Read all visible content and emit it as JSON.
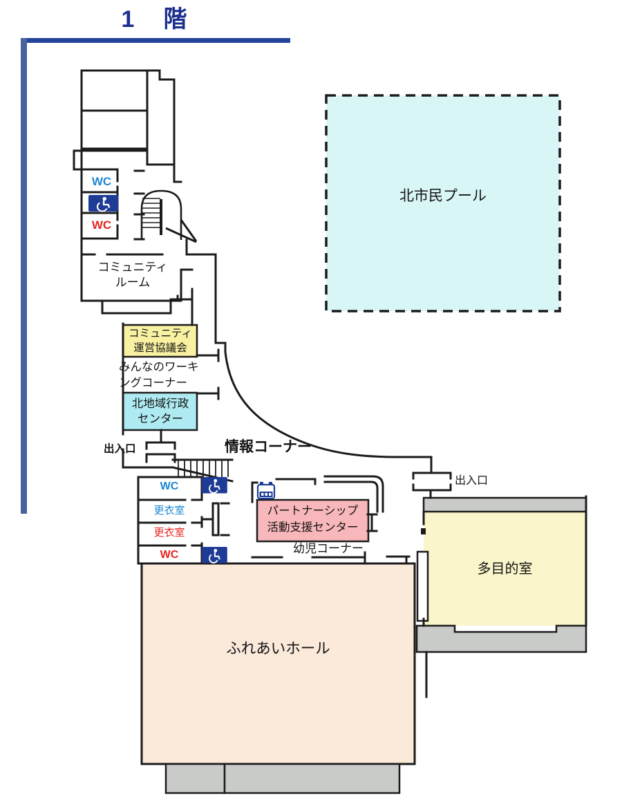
{
  "title": "1　階",
  "labels": {
    "exit": "出入口",
    "wc": "WC",
    "locker": "更衣室"
  },
  "rooms": {
    "pool": {
      "label": "北市民プール"
    },
    "community_room": {
      "line1": "コミュニティ",
      "line2": "ルーム"
    },
    "council": {
      "line1": "コミュニティ",
      "line2": "運営協議会"
    },
    "working_corner": {
      "line1": "みんなのワーキ",
      "line2": "ングコーナー"
    },
    "admin_center": {
      "line1": "北地域行政",
      "line2": "センター"
    },
    "info_corner": {
      "label": "情報コーナー"
    },
    "partnership": {
      "line1": "パートナーシップ",
      "line2": "活動支援センター"
    },
    "kids_corner": {
      "label": "幼児コーナー"
    },
    "multipurpose": {
      "label": "多目的室"
    },
    "hall": {
      "label": "ふれあいホール"
    }
  },
  "icons": {
    "wheelchair": "wheelchair-icon",
    "vending": "vending-machine-icon",
    "stairs": "staircase-icon"
  },
  "colors": {
    "title_navy": "#1c2f8e",
    "frame_blue": "#24439b",
    "frame_blue_vertical": "#46639f",
    "wall_black": "#1b1b1b",
    "pool_fill": "#d9f6f7",
    "council_fill": "#f8f1a1",
    "admin_fill": "#aeeaf1",
    "partnership_fill": "#f8b7ba",
    "multipurpose_fill": "#faf5ca",
    "hall_fill": "#fbe9da",
    "stage_gray": "#c9cbc8",
    "wc_blue": "#1d86d4",
    "wc_red": "#e62320",
    "icon_blue": "#1e3c96"
  }
}
